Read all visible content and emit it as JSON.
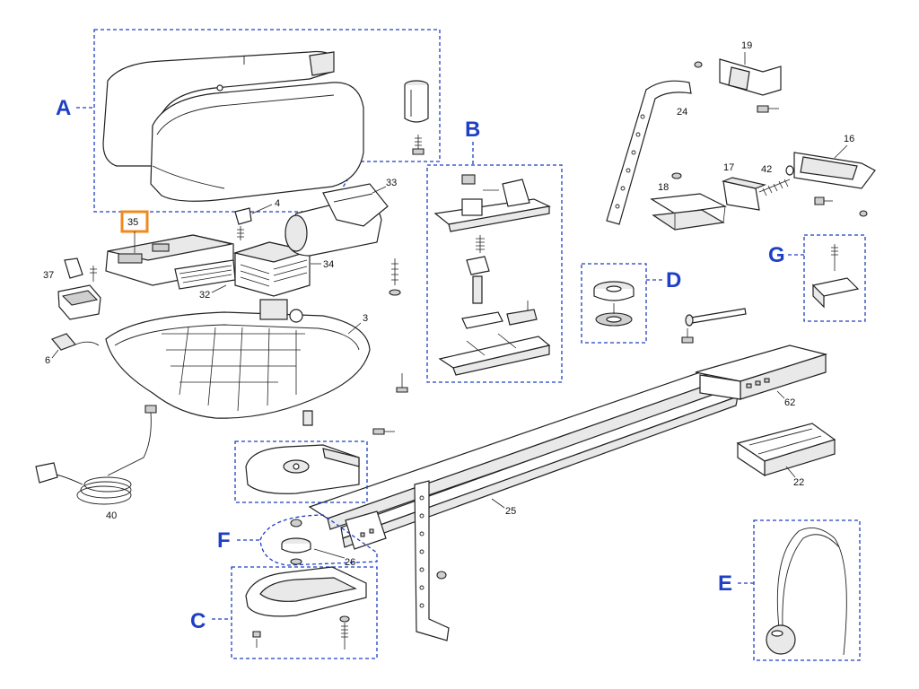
{
  "groups": {
    "A": "A",
    "B": "B",
    "C": "C",
    "D": "D",
    "E": "E",
    "F": "F",
    "G": "G"
  },
  "parts": {
    "p3": "3",
    "p4": "4",
    "p6": "6",
    "p16": "16",
    "p17": "17",
    "p18": "18",
    "p19": "19",
    "p22": "22",
    "p24": "24",
    "p25": "25",
    "p26": "26",
    "p32": "32",
    "p33": "33",
    "p34": "34",
    "p35": "35",
    "p37": "37",
    "p40": "40",
    "p42": "42",
    "p62": "62"
  },
  "highlight": {
    "part": "35",
    "color": "#f08a1c"
  },
  "colors": {
    "group_label": "#1f3fc4",
    "line": "#222222"
  }
}
